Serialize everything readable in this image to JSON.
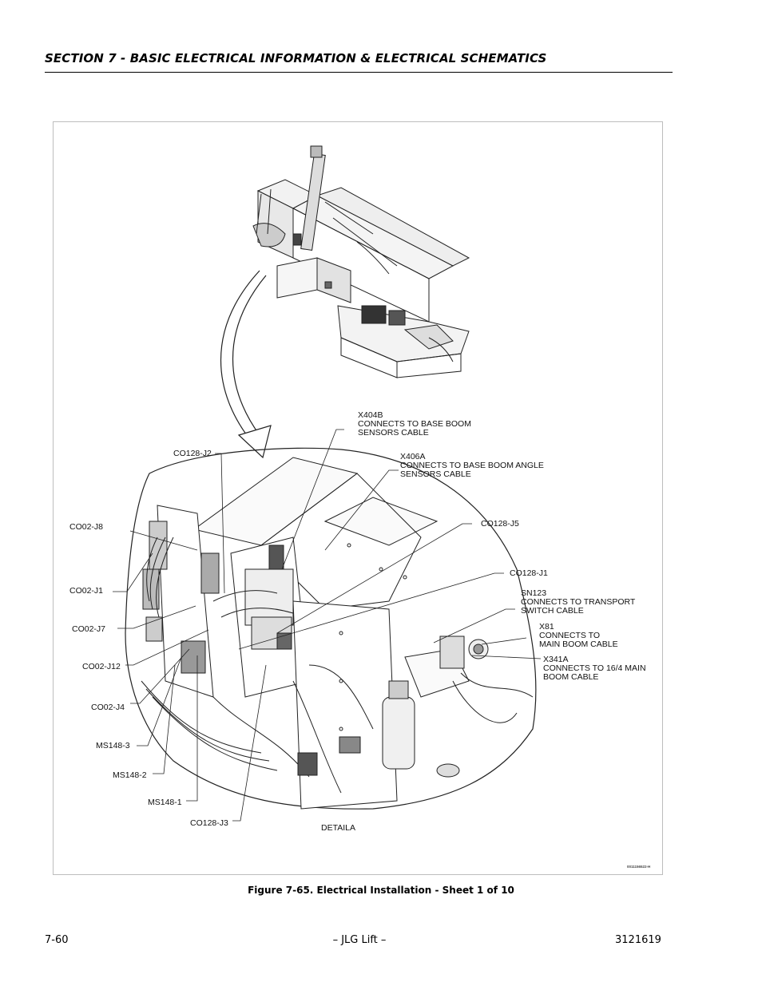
{
  "header": {
    "title": "SECTION 7 - BASIC ELECTRICAL INFORMATION & ELECTRICAL SCHEMATICS"
  },
  "figure": {
    "art_id": "0011156522-H",
    "callouts": {
      "x404b": [
        "X404B",
        "CONNECTS TO BASE BOOM",
        "SENSORS CABLE"
      ],
      "co128_j2": "CO128-J2",
      "x406a": [
        "X406A",
        "CONNECTS TO BASE BOOM ANGLE",
        "SENSORS CABLE"
      ],
      "co02_j8": "CO02-J8",
      "co128_j5": "CO128-J5",
      "co128_j1": "CO128-J1",
      "co02_j1": "CO02-J1",
      "sn123": [
        "SN123",
        "CONNECTS TO TRANSPORT",
        "SWITCH CABLE"
      ],
      "co02_j7": "CO02-J7",
      "x81": [
        "X81",
        "CONNECTS TO",
        "MAIN BOOM CABLE"
      ],
      "x341a": [
        "X341A",
        "CONNECTS TO 16/4 MAIN",
        "BOOM CABLE"
      ],
      "co02_j12": "CO02-J12",
      "co02_j4": "CO02-J4",
      "ms148_3": "MS148-3",
      "ms148_2": "MS148-2",
      "ms148_1": "MS148-1",
      "co128_j3": "CO128-J3",
      "detail": "DETAILA"
    }
  },
  "caption": "Figure 7-65.  Electrical Installation - Sheet 1 of 10",
  "footer": {
    "page_number": "7-60",
    "center": "– JLG Lift –",
    "doc_number": "3121619"
  }
}
